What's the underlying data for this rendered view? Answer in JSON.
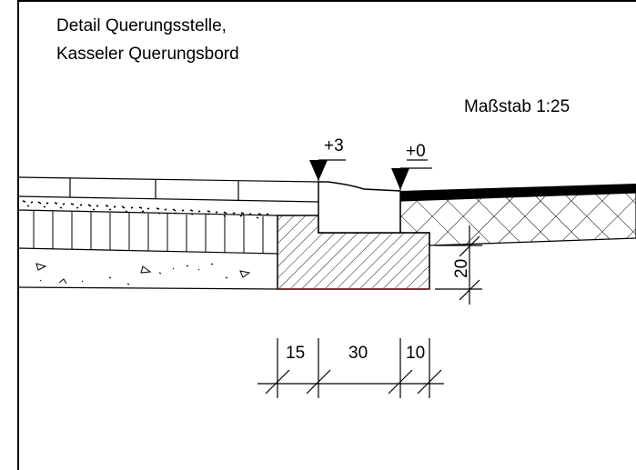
{
  "title": {
    "line1": "Detail Querungsstelle,",
    "line2": "Kasseler Querungsbord"
  },
  "scale_label": "Maßstab 1:25",
  "elevations": {
    "left": "+3",
    "right": "+0"
  },
  "dimensions": {
    "height": "20",
    "width_left": "15",
    "width_middle": "30",
    "width_right": "10"
  }
}
